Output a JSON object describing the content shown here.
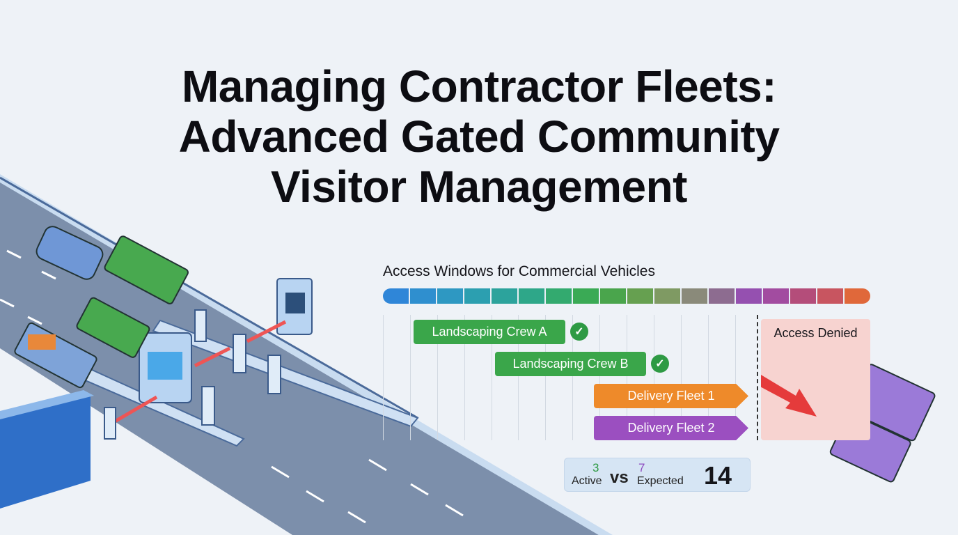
{
  "title": {
    "line1": "Managing Contractor Fleets:",
    "line2": "Advanced Gated Community",
    "line3": "Visitor Management"
  },
  "timeline": {
    "title": "Access Windows for Commercial Vehicles",
    "segment_colors": [
      "#2f86d8",
      "#2f8fcf",
      "#2e98c2",
      "#2c9fb0",
      "#2ca39c",
      "#2ea789",
      "#33aa6f",
      "#3aaa55",
      "#4aa54c",
      "#66a050",
      "#7f9a63",
      "#8a8a7a",
      "#8d6c90",
      "#9550b0",
      "#a24ca0",
      "#b44d7a",
      "#c85560",
      "#e0683a"
    ],
    "bars": [
      {
        "label": "Landscaping Crew A",
        "color": "#3aa64a",
        "status": "approved"
      },
      {
        "label": "Landscaping Crew B",
        "color": "#3aa64a",
        "status": "approved"
      },
      {
        "label": "Delivery Fleet 1",
        "color": "#ee8a2a",
        "status": "pending"
      },
      {
        "label": "Delivery Fleet 2",
        "color": "#9b4fc0",
        "status": "pending"
      }
    ],
    "denied_label": "Access Denied"
  },
  "stats": {
    "active_count": "3",
    "active_label": "Active",
    "vs": "vs",
    "expected_count": "7",
    "expected_label": "Expected",
    "total": "14"
  }
}
